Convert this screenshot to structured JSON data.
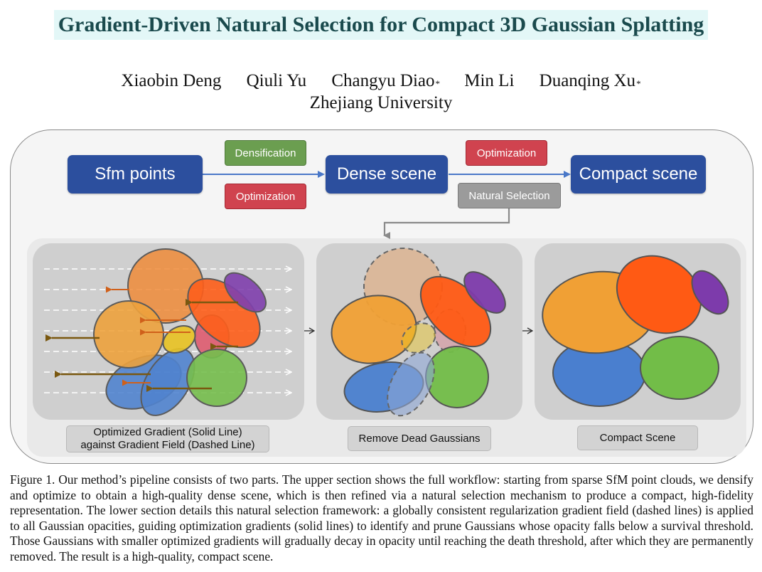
{
  "paper": {
    "title": "Gradient-Driven Natural Selection for Compact 3D Gaussian Splatting",
    "authors": [
      {
        "name": "Xiaobin Deng",
        "mark": ""
      },
      {
        "name": "Qiuli Yu",
        "mark": ""
      },
      {
        "name": "Changyu Diao",
        "mark": "*"
      },
      {
        "name": "Min Li",
        "mark": ""
      },
      {
        "name": "Duanqing Xu",
        "mark": "*"
      }
    ],
    "affiliation": "Zhejiang University"
  },
  "pipeline": {
    "nodes": {
      "sfm": "Sfm points",
      "dense": "Dense scene",
      "compact": "Compact scene"
    },
    "labels": {
      "densification": "Densification",
      "optimization_1": "Optimization",
      "optimization_2": "Optimization",
      "natural_selection": "Natural Selection"
    },
    "colors": {
      "node": "#2c4f9e",
      "densification": "#6b9e50",
      "optimization": "#d0434f",
      "natural_selection": "#9b9b9b",
      "arrow": "#4a78c8"
    }
  },
  "stages": {
    "gradient_caption_line1": "Optimized Gradient (Solid Line)",
    "gradient_caption_line2": "against Gradient Field (Dashed Line)",
    "remove_caption": "Remove Dead Gaussians",
    "compact_caption": "Compact Scene"
  },
  "gaussian_colors": {
    "orange_light": "#ef8c3a",
    "orange_yellow": "#f0a035",
    "orange_red": "#ff5a14",
    "purple": "#7d3bab",
    "pink": "#e0566b",
    "yellow": "#e9c21c",
    "blue": "#4a7fcf",
    "green": "#72bd48",
    "gradient_arrow_brown": "#7a5810",
    "gradient_arrow_orange": "#d0601a"
  },
  "figure_caption": "Figure 1. Our method’s pipeline consists of two parts. The upper section shows the full workflow: starting from sparse SfM point clouds, we densify and optimize to obtain a high-quality dense scene, which is then refined via a natural selection mechanism to produce a compact, high-fidelity representation. The lower section details this natural selection framework: a globally consistent regularization gradient field (dashed lines) is applied to all Gaussian opacities, guiding optimization gradients (solid lines) to identify and prune Gaussians whose opacity falls below a survival threshold. Those Gaussians with smaller optimized gradients will gradually decay in opacity until reaching the death threshold, after which they are permanently removed. The result is a high-quality, compact scene."
}
